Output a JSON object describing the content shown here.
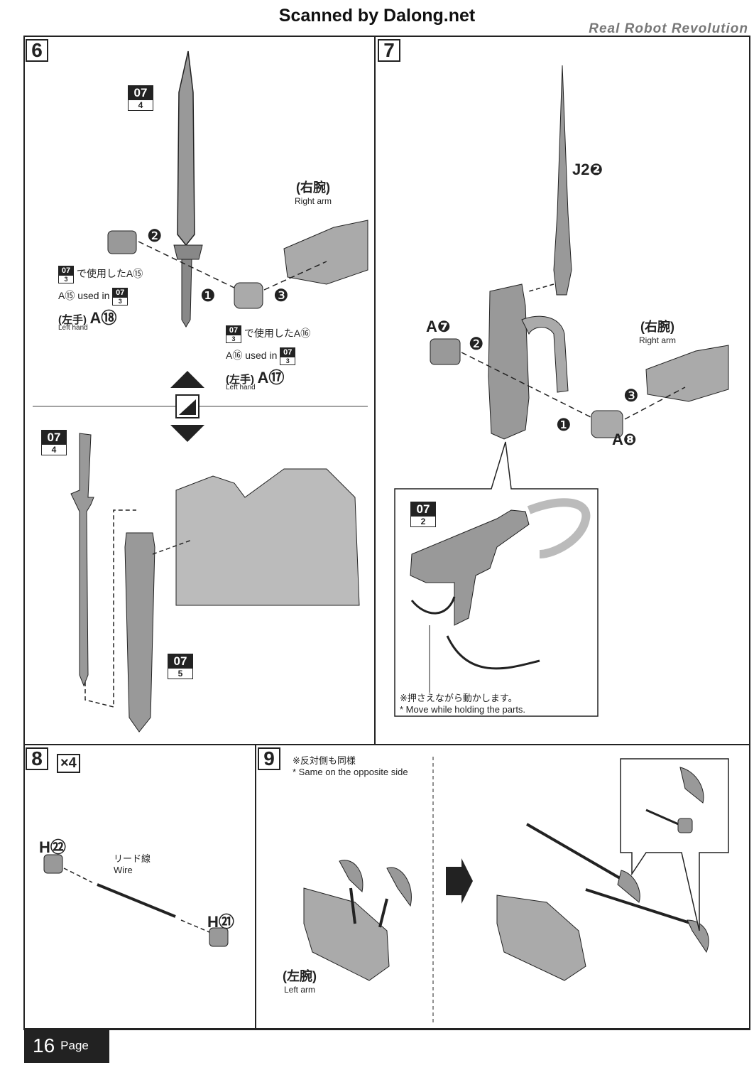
{
  "header": {
    "scan_credit": "Scanned by Dalong.net",
    "series": "Real Robot Revolution"
  },
  "step6": {
    "number": "6",
    "part_box_a": {
      "sheet": "07",
      "num": "4"
    },
    "part_box_b": {
      "sheet": "07",
      "num": "4"
    },
    "part_box_c": {
      "sheet": "07",
      "num": "5"
    },
    "right_arm_jp": "(右腕)",
    "right_arm_en": "Right arm",
    "left_hand_note_jp_prefix": "で使用したA⑮",
    "left_hand_note_en_prefix": "A⑮ used in",
    "left_hand_note_sheet": "07",
    "left_hand_note_num": "3",
    "left_hand_jp": "(左手)",
    "left_hand_en": "Left hand",
    "left_hand_part": "A⑱",
    "hand_note_jp_prefix": "で使用したA⑯",
    "hand_note_en_prefix": "A⑯ used in",
    "hand_note_sheet": "07",
    "hand_note_num": "3",
    "hand_jp": "(左手)",
    "hand_en": "Left hand",
    "hand_part": "A⑰",
    "order": [
      "❶",
      "❷",
      "❸"
    ]
  },
  "step7": {
    "number": "7",
    "blade_part": "J2❷",
    "a7": "A❼",
    "a8": "A❽",
    "right_arm_jp": "(右腕)",
    "right_arm_en": "Right arm",
    "detail_part": {
      "sheet": "07",
      "num": "2"
    },
    "note_jp": "※押さえながら動かします。",
    "note_en": "* Move while holding the parts.",
    "order": [
      "❶",
      "❷",
      "❸"
    ]
  },
  "step8": {
    "number": "8",
    "multiplier": "×4",
    "h22": "H㉒",
    "h21": "H㉑",
    "wire_jp": "リード線",
    "wire_en": "Wire"
  },
  "step9": {
    "number": "9",
    "note_jp": "※反対側も同様",
    "note_en": "* Same on the opposite side",
    "left_arm_jp": "(左腕)",
    "left_arm_en": "Left arm"
  },
  "footer": {
    "page_number": "16",
    "page_label": "Page"
  }
}
